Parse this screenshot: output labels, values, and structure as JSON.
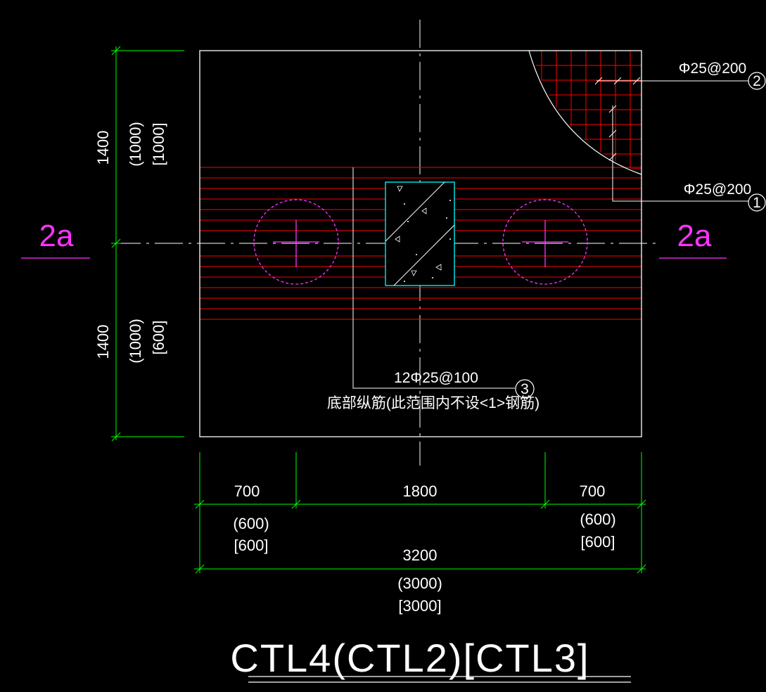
{
  "colors": {
    "background": "#000000",
    "outline": "#ffffff",
    "dimension": "#00ff00",
    "rebar": "#ff0000",
    "pile": "#ff33ff",
    "column": "#00ffff"
  },
  "section_mark": {
    "left": "2a",
    "right": "2a"
  },
  "dimensions": {
    "vertical": [
      {
        "value": "1400",
        "alt1": "(1000)",
        "alt2": "[1000]"
      },
      {
        "value": "1400",
        "alt1": "(1000)",
        "alt2": "[600]"
      }
    ],
    "horizontal": [
      {
        "value": "700",
        "alt1": "(600)",
        "alt2": "[600]"
      },
      {
        "value": "1800"
      },
      {
        "value": "700",
        "alt1": "(600)",
        "alt2": "[600]"
      }
    ],
    "total": {
      "value": "3200",
      "alt1": "(3000)",
      "alt2": "[3000]"
    }
  },
  "rebar_labels": [
    {
      "id": "2",
      "text": "Φ25@200"
    },
    {
      "id": "1",
      "text": "Φ25@200"
    },
    {
      "id": "3",
      "text": "12Φ25@100",
      "note": "底部纵筋(此范围内不设<1>钢筋)"
    }
  ],
  "title": "CTL4(CTL2)[CTL3]"
}
